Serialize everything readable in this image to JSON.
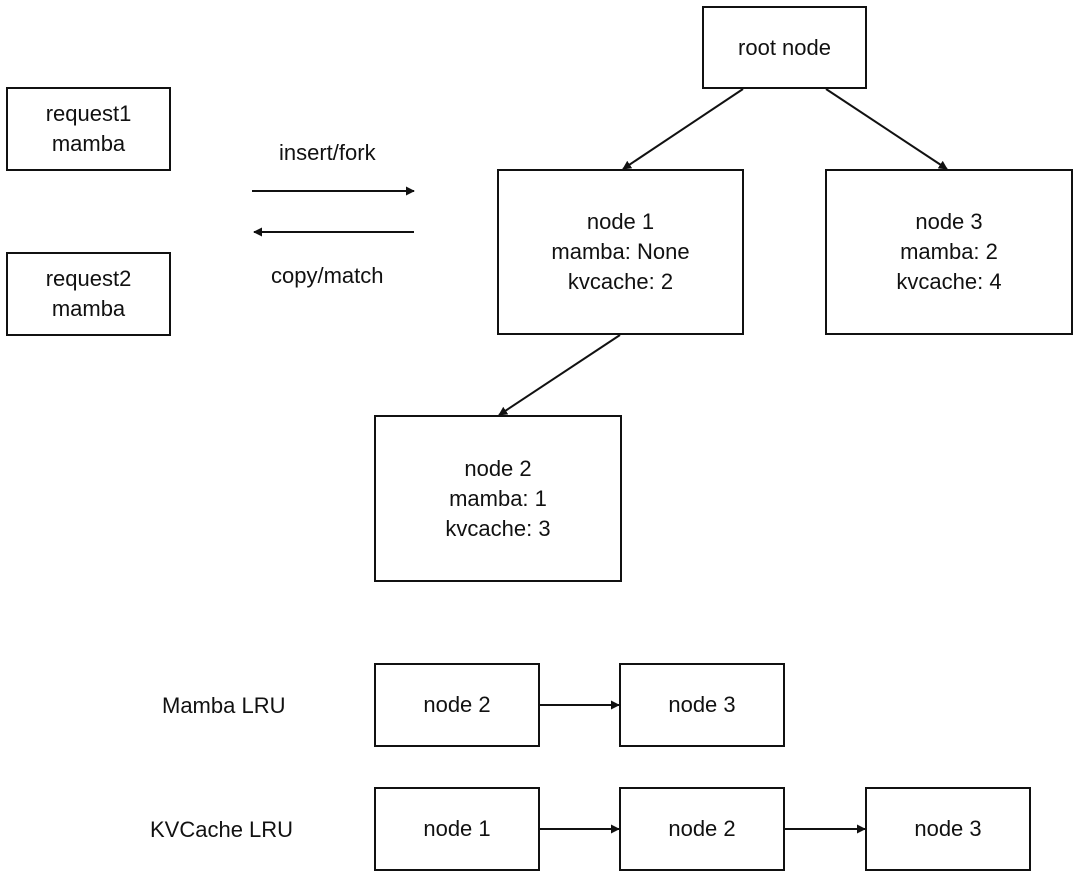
{
  "requests": {
    "request1": [
      "request1",
      "mamba"
    ],
    "request2": [
      "request2",
      "mamba"
    ]
  },
  "operations": {
    "insert_fork": "insert/fork",
    "copy_match": "copy/match"
  },
  "tree": {
    "root": "root node",
    "node1": [
      "node 1",
      "mamba: None",
      "kvcache: 2"
    ],
    "node2": [
      "node 2",
      "mamba: 1",
      "kvcache: 3"
    ],
    "node3": [
      "node 3",
      "mamba: 2",
      "kvcache: 4"
    ]
  },
  "mamba_lru": {
    "label": "Mamba LRU",
    "items": [
      "node 2",
      "node 3"
    ]
  },
  "kvcache_lru": {
    "label": "KVCache LRU",
    "items": [
      "node 1",
      "node 2",
      "node 3"
    ]
  },
  "colors": {
    "stroke": "#111111",
    "background": "#ffffff"
  }
}
